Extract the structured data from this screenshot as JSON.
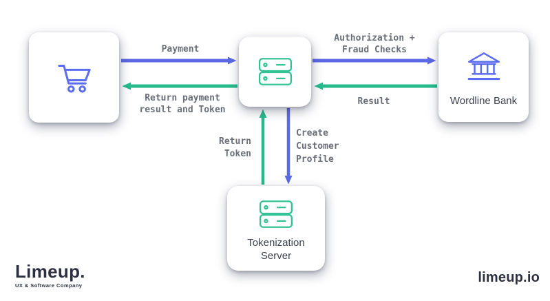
{
  "colors": {
    "arrow_blue": "#5c69e4",
    "arrow_green": "#27bb8c",
    "icon_blue": "#5b6cf0",
    "icon_green": "#33c293",
    "label_gray": "#6a6e78",
    "title_dark": "#3d4250",
    "brand_dark": "#2d3041"
  },
  "nodes": {
    "store": {
      "icon": "shopping-cart-icon"
    },
    "gateway": {
      "icon": "server-icon"
    },
    "bank": {
      "icon": "bank-icon",
      "label": "Wordline Bank"
    },
    "tokenization": {
      "icon": "server-icon",
      "label_line1": "Tokenization",
      "label_line2": "Server"
    }
  },
  "edges": {
    "payment": {
      "label": "Payment"
    },
    "return_payment": {
      "line1": "Return payment",
      "line2": "result and Token"
    },
    "authorization": {
      "line1": "Authorization +",
      "line2": "Fraud Checks"
    },
    "result": {
      "label": "Result"
    },
    "return_token": {
      "line1": "Return",
      "line2": "Token"
    },
    "create_profile": {
      "line1": "Create",
      "line2": "Customer",
      "line3": "Profile"
    }
  },
  "branding": {
    "logo": "Limeup.",
    "tagline": "UX & Software Company",
    "website": "limeup.io"
  }
}
